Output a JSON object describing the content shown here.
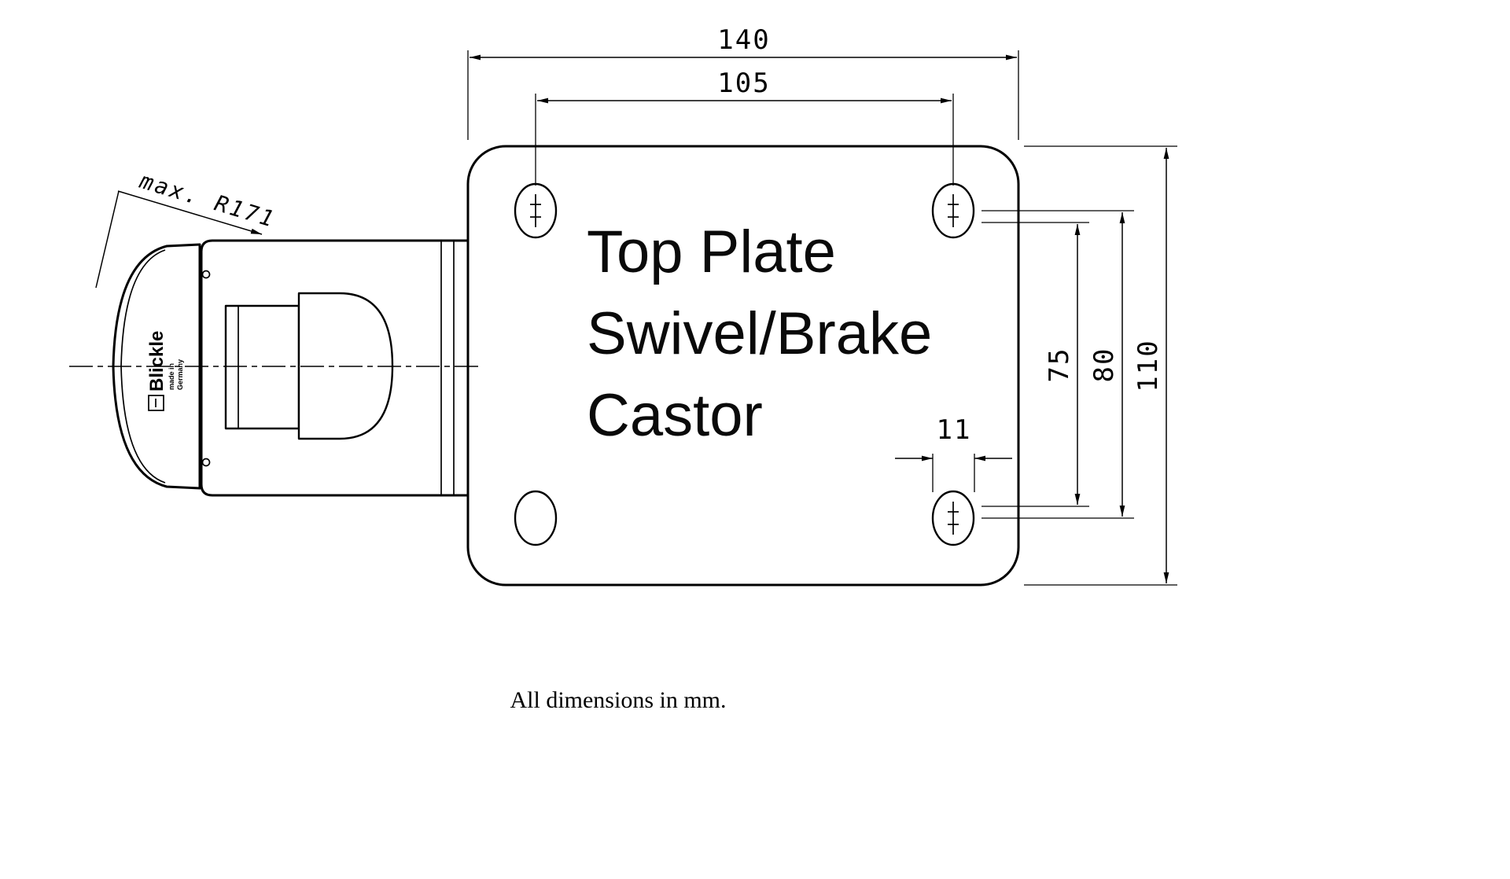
{
  "drawing": {
    "plate_label": [
      "Top Plate",
      "Swivel/Brake",
      "Castor"
    ],
    "radius_label": "max. R171",
    "footer_note": "All dimensions in mm.",
    "logo": {
      "brand": "Blickle",
      "origin_line1": "made in",
      "origin_line2": "Germany"
    }
  },
  "dimensions": {
    "plate_width": "140",
    "bolt_spacing_width": "105",
    "bolt_spacing_height_inner": "75",
    "bolt_spacing_height": "80",
    "plate_height": "110",
    "slot_width": "11"
  },
  "colors": {
    "line": "#000000",
    "background": "#ffffff"
  }
}
